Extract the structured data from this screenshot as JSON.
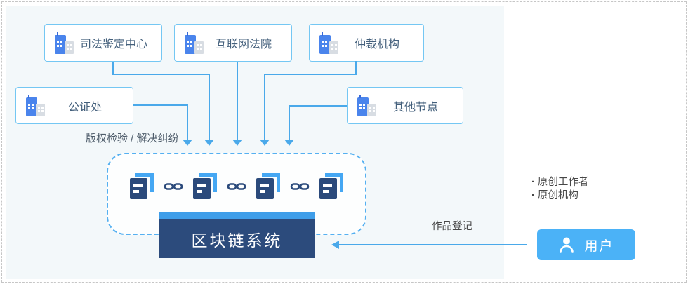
{
  "diagram": {
    "nodes": [
      {
        "id": "judicial-appraisal-center",
        "label": "司法鉴定中心"
      },
      {
        "id": "internet-court",
        "label": "互联网法院"
      },
      {
        "id": "arbitration-institution",
        "label": "仲裁机构"
      },
      {
        "id": "notary-office",
        "label": "公证处"
      },
      {
        "id": "other-nodes",
        "label": "其他节点"
      }
    ],
    "annotations": {
      "copyright_dispute": "版权检验 / 解决纠纷",
      "work_registration": "作品登记"
    },
    "blockchain_system": {
      "label": "区块链系统"
    },
    "user": {
      "label": "用户",
      "bullets": [
        "原创工作者",
        "原创机构"
      ]
    },
    "icons": {
      "node_icon": "building-icon",
      "block_icon": "document-block-icon",
      "link_icon": "chain-link-icon",
      "user_icon": "person-icon",
      "down_arrows": "arrow-down-icon",
      "register_arrow": "arrow-left-icon"
    },
    "colors": {
      "panel_bg": "#f3f8fa",
      "node_border": "#74c7f3",
      "node_text": "#44607c",
      "connector_blue": "#4aa9ea",
      "container_dash": "#55b0f1",
      "block_navy": "#2b4a7b",
      "block_accent": "#45a7f3",
      "blockchain_strip": "#3f9ee9",
      "blockchain_body": "#2c4b7c",
      "user_button": "#4bb2f7"
    }
  }
}
